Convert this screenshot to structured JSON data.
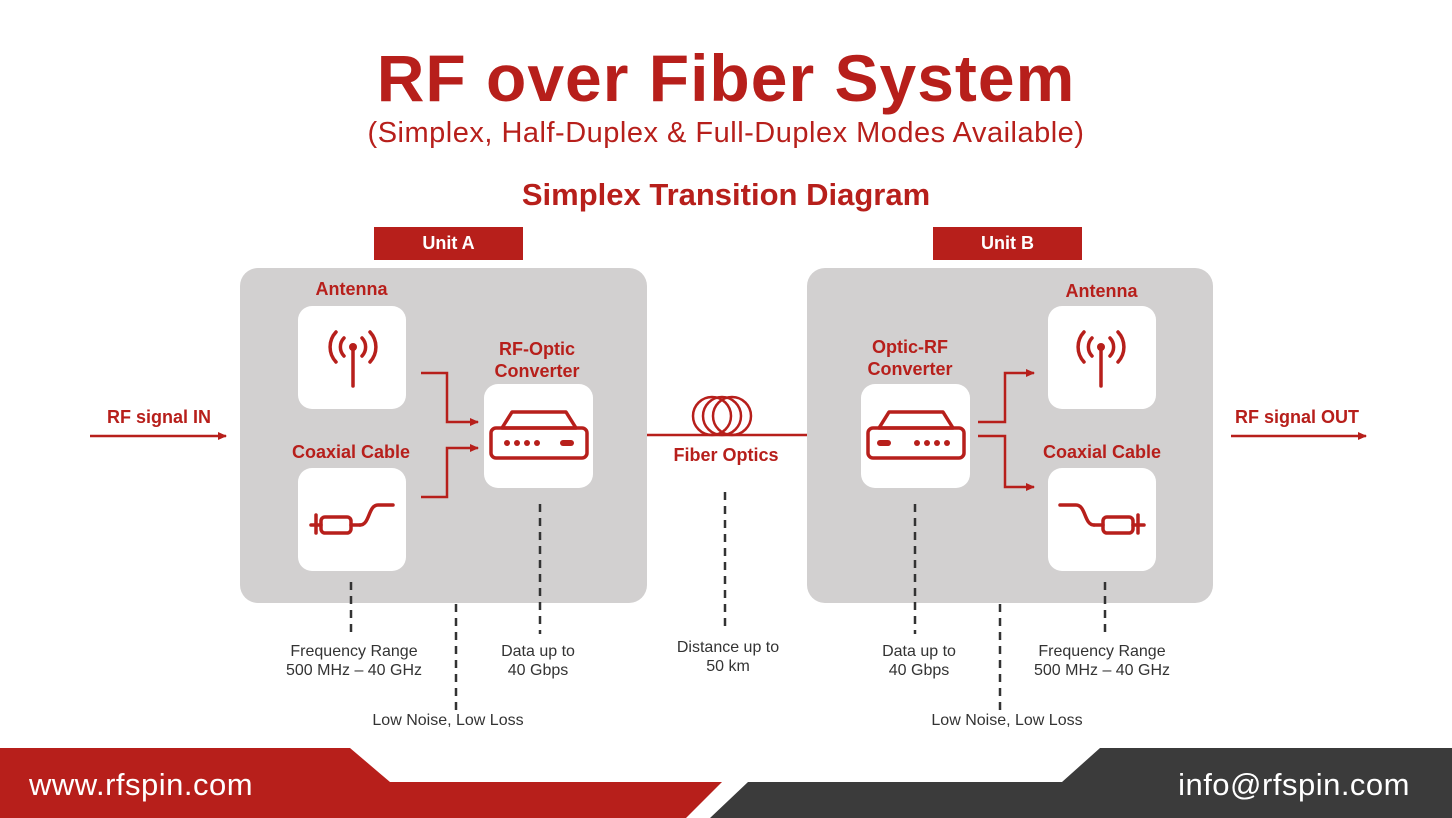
{
  "header": {
    "title": "RF over Fiber System",
    "subtitle": "(Simplex, Half-Duplex & Full-Duplex Modes Available)",
    "diagram_title": "Simplex Transition Diagram"
  },
  "signals": {
    "in_label": "RF signal IN",
    "out_label": "RF signal OUT"
  },
  "unit_a": {
    "tab": "Unit A",
    "antenna_label": "Antenna",
    "coax_label": "Coaxial Cable",
    "converter_label_line1": "RF-Optic",
    "converter_label_line2": "Converter"
  },
  "unit_b": {
    "tab": "Unit B",
    "antenna_label": "Antenna",
    "coax_label": "Coaxial Cable",
    "converter_label_line1": "Optic-RF",
    "converter_label_line2": "Converter"
  },
  "fiber": {
    "label": "Fiber Optics"
  },
  "notes": {
    "a_freq_line1": "Frequency Range",
    "a_freq_line2": "500 MHz – 40 GHz",
    "a_data_line1": "Data up to",
    "a_data_line2": "40 Gbps",
    "a_noise": "Low Noise, Low Loss",
    "distance_line1": "Distance up to",
    "distance_line2": "50 km",
    "b_data_line1": "Data up to",
    "b_data_line2": "40 Gbps",
    "b_freq_line1": "Frequency Range",
    "b_freq_line2": "500 MHz – 40 GHz",
    "b_noise": "Low Noise, Low Loss"
  },
  "footer": {
    "website": "www.rfspin.com",
    "email": "info@rfspin.com"
  },
  "colors": {
    "accent": "#b71f1b",
    "panel": "#d2d0d0",
    "footer_dark": "#3b3b3b"
  },
  "icons": [
    "antenna-icon",
    "coaxial-cable-icon",
    "converter-device-icon",
    "fiber-coil-icon",
    "arrow-icon"
  ]
}
